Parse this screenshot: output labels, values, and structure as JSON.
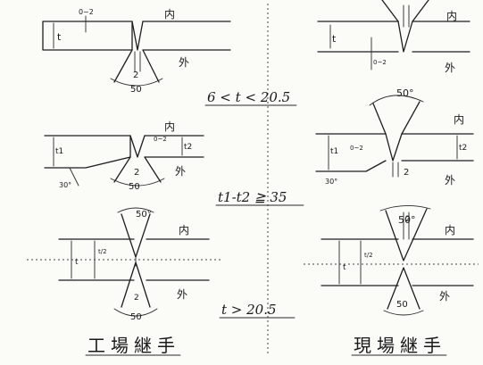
{
  "labels": {
    "inside": "内",
    "outside": "外",
    "angle_50": "50",
    "angle_50_deg": "50°",
    "angle_30": "30°",
    "gap_2": "2",
    "root_0_2": "0~2",
    "root_0_2b": "0~2",
    "t": "t",
    "t1": "t1",
    "t2": "t2",
    "t_2": "t/2"
  },
  "conditions": {
    "row1": "6 < t < 20.5",
    "row2": "t1-t2 ≧ 35",
    "row3": "t > 20.5"
  },
  "captions": {
    "left": "工場継手",
    "right": "現場継手"
  }
}
